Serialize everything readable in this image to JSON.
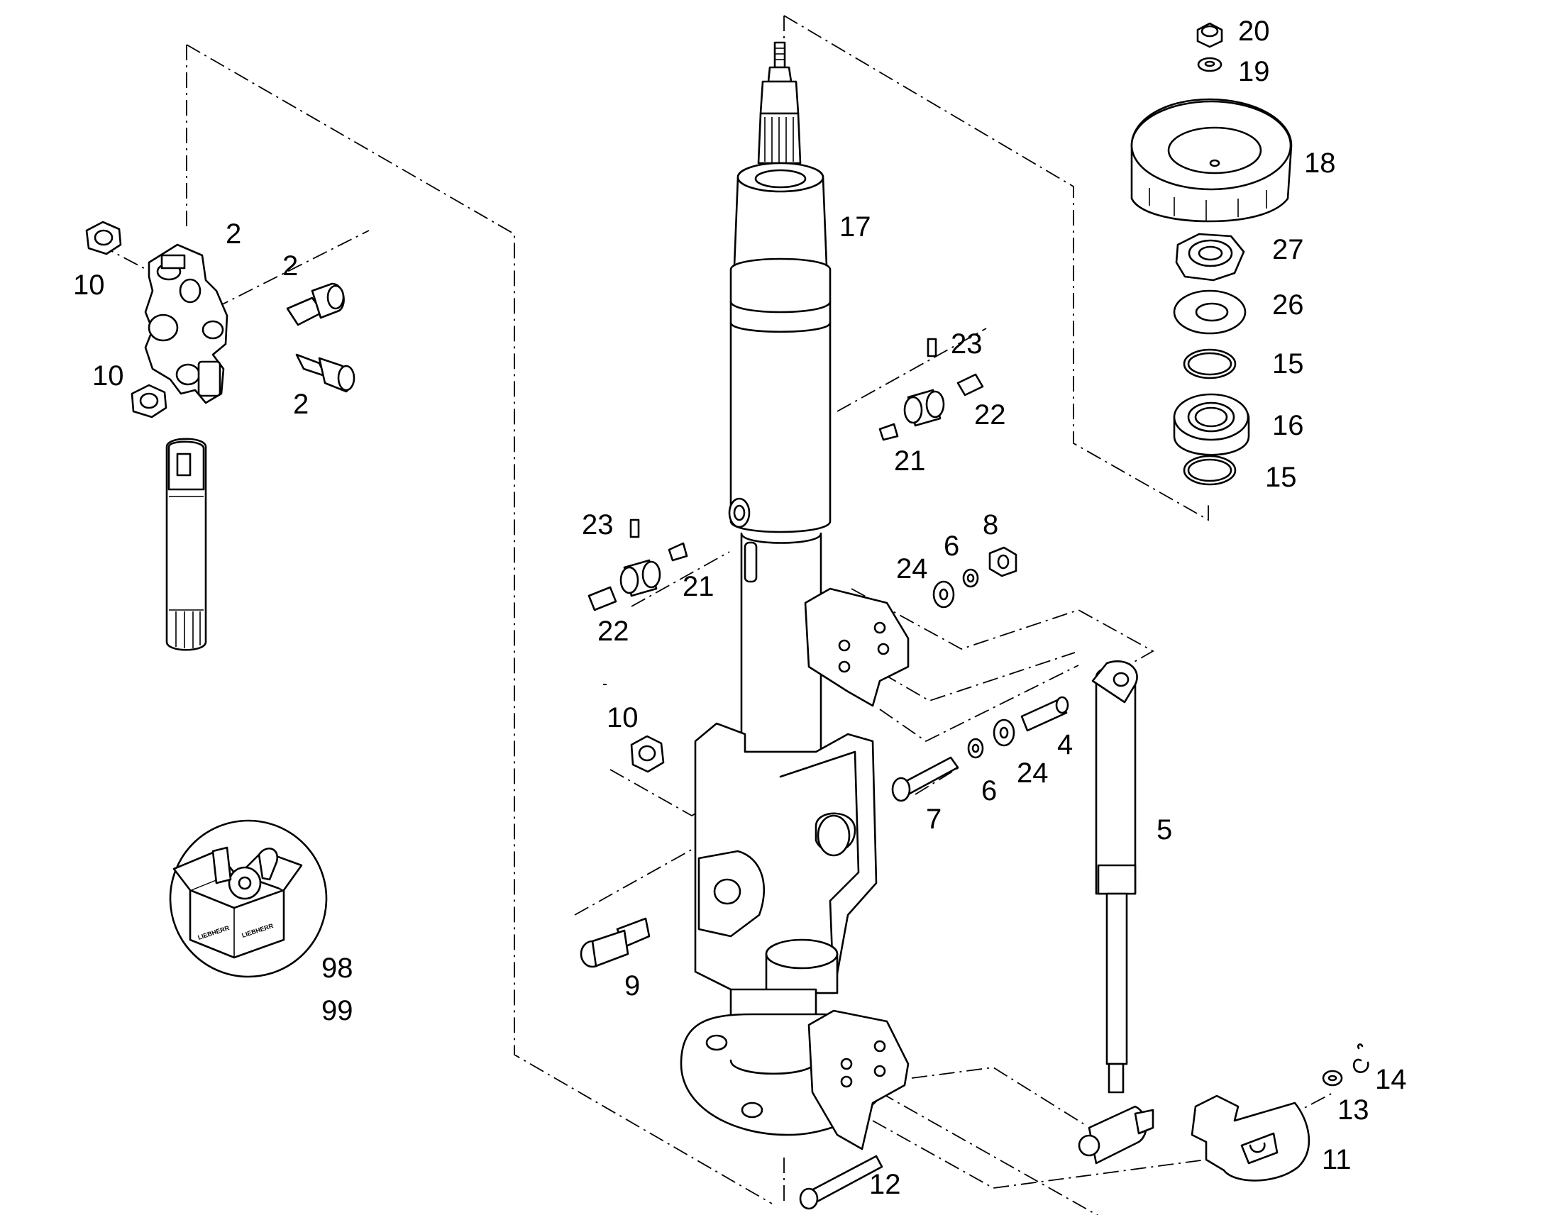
{
  "callouts": [
    {
      "id": "c-2a",
      "text": "2"
    },
    {
      "id": "c-2b",
      "text": "2"
    },
    {
      "id": "c-2c",
      "text": "2"
    },
    {
      "id": "c-10a",
      "text": "10"
    },
    {
      "id": "c-10b",
      "text": "10"
    },
    {
      "id": "c-10c",
      "text": "10"
    },
    {
      "id": "c-17",
      "text": "17"
    },
    {
      "id": "c-20",
      "text": "20"
    },
    {
      "id": "c-19",
      "text": "19"
    },
    {
      "id": "c-18",
      "text": "18"
    },
    {
      "id": "c-27",
      "text": "27"
    },
    {
      "id": "c-26",
      "text": "26"
    },
    {
      "id": "c-15a",
      "text": "15"
    },
    {
      "id": "c-16",
      "text": "16"
    },
    {
      "id": "c-15b",
      "text": "15"
    },
    {
      "id": "c-23a",
      "text": "23"
    },
    {
      "id": "c-22a",
      "text": "22"
    },
    {
      "id": "c-21a",
      "text": "21"
    },
    {
      "id": "c-23b",
      "text": "23"
    },
    {
      "id": "c-21b",
      "text": "21"
    },
    {
      "id": "c-22b",
      "text": "22"
    },
    {
      "id": "c-8",
      "text": "8"
    },
    {
      "id": "c-6a",
      "text": "6"
    },
    {
      "id": "c-24a",
      "text": "24"
    },
    {
      "id": "c-4",
      "text": "4"
    },
    {
      "id": "c-24b",
      "text": "24"
    },
    {
      "id": "c-6b",
      "text": "6"
    },
    {
      "id": "c-7",
      "text": "7"
    },
    {
      "id": "c-5",
      "text": "5"
    },
    {
      "id": "c-9",
      "text": "9"
    },
    {
      "id": "c-98",
      "text": "98"
    },
    {
      "id": "c-99",
      "text": "99"
    },
    {
      "id": "c-14",
      "text": "14"
    },
    {
      "id": "c-13",
      "text": "13"
    },
    {
      "id": "c-11",
      "text": "11"
    },
    {
      "id": "c-12",
      "text": "12"
    }
  ],
  "kit_box_text": [
    "LIEBHERR",
    "LIEBHERR"
  ]
}
